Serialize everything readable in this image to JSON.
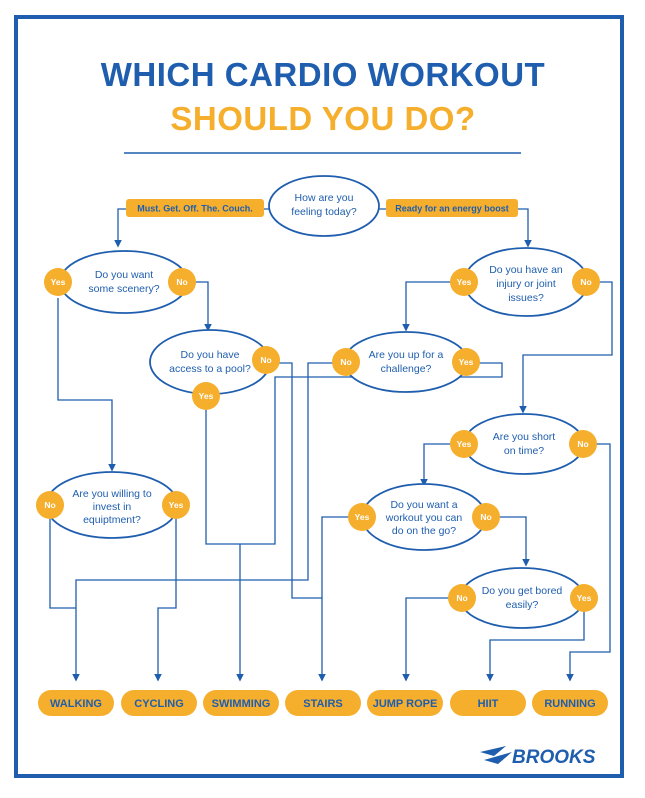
{
  "title": {
    "line1": "WHICH CARDIO WORKOUT",
    "line2": "SHOULD YOU DO?"
  },
  "colors": {
    "blue": "#1F5EAE",
    "gold": "#F6AE2D"
  },
  "start": {
    "question": [
      "How are you",
      "feeling today?"
    ],
    "left_option": "Must. Get. Off. The. Couch.",
    "right_option": "Ready for an energy boost"
  },
  "questions": {
    "scenery": [
      "Do you want",
      "some scenery?"
    ],
    "pool": [
      "Do you have",
      "access to a pool?"
    ],
    "invest": [
      "Are you willing to",
      "invest in",
      "equiptment?"
    ],
    "injury": [
      "Do you have an",
      "injury or joint",
      "issues?"
    ],
    "challenge": [
      "Are you up for a",
      "challenge?"
    ],
    "short": [
      "Are you short",
      "on time?"
    ],
    "go": [
      "Do you want a",
      "workout you can",
      "do on the go?"
    ],
    "bored": [
      "Do you get bored",
      "easily?"
    ]
  },
  "answers": {
    "yes": "Yes",
    "no": "No"
  },
  "results": [
    "WALKING",
    "CYCLING",
    "SWIMMING",
    "STAIRS",
    "JUMP ROPE",
    "HIIT",
    "RUNNING"
  ],
  "brand": {
    "name": "BROOKS",
    "logo_icon": "brooks-chevron-icon"
  }
}
